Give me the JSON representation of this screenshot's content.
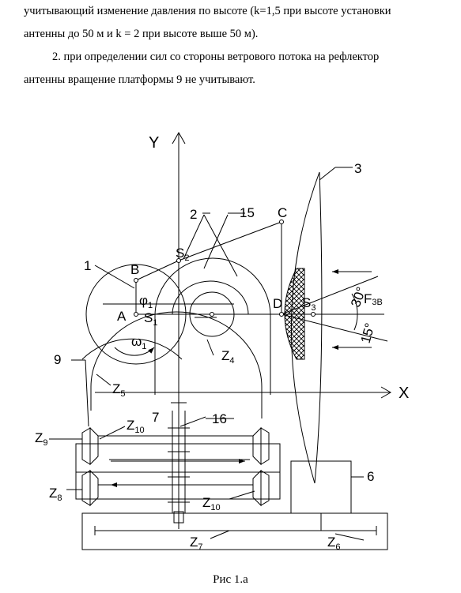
{
  "text": {
    "p1_lines": [
      "учитывающий изменение давления по высоте (k=1,5 при высоте установки",
      "антенны до 50 м и k = 2 при высоте выше 50 м)."
    ],
    "p2_lines": [
      "2. при определении сил со стороны ветрового потока на рефлектор",
      "антенны вращение платформы 9 не учитывают."
    ]
  },
  "figure": {
    "axis_x": "X",
    "axis_y": "Y",
    "labels": {
      "n1": "1",
      "n2": "2",
      "n15": "15",
      "n3": "3",
      "nC": "C",
      "nB": "B",
      "nA": "A",
      "nD": "D",
      "n9": "9",
      "n7": "7",
      "n16": "16",
      "n6": "6",
      "phi": "φ",
      "phi_sub": "1",
      "s1": "S",
      "s1_sub": "1",
      "s2": "S",
      "s2_sub": "2",
      "s3": "S",
      "s3_sub": "3",
      "omega": "ω",
      "omega_sub": "1",
      "f": "F",
      "f_sub": "3B",
      "a30": "30°",
      "a15": "15°",
      "z4": "Z",
      "z4_sub": "4",
      "z5": "Z",
      "z5_sub": "5",
      "z9": "Z",
      "z9_sub": "9",
      "z10a": "Z",
      "z10a_sub": "10",
      "z8": "Z",
      "z8_sub": "8",
      "z10b": "Z",
      "z10b_sub": "10",
      "z7": "Z",
      "z7_sub": "7",
      "z6": "Z",
      "z6_sub": "6"
    }
  },
  "caption": "Рис 1.а"
}
